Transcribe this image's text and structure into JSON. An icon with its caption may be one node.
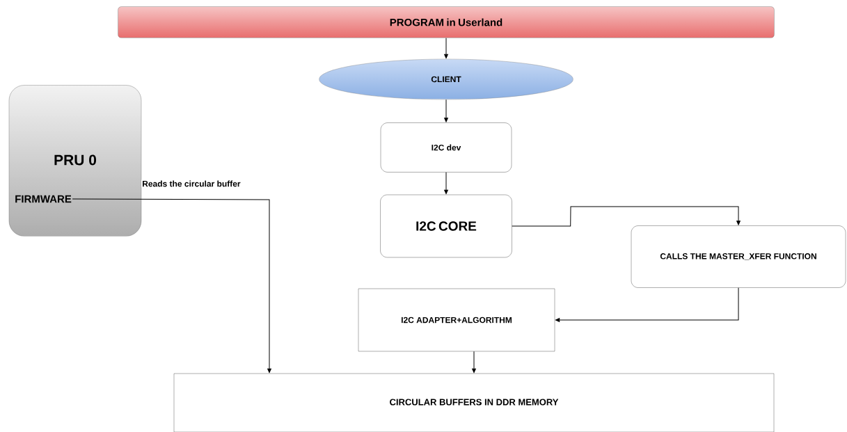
{
  "diagram": {
    "nodes": [
      {
        "text": [
          "PROGRAM in Userland"
        ]
      },
      {
        "text": [
          "CLIENT"
        ]
      },
      {
        "text": [
          "I2C dev"
        ]
      },
      {
        "text": [
          "PRU 0",
          "FIRMWARE"
        ]
      },
      {
        "text": [
          "I2C CORE"
        ]
      },
      {
        "text": [
          "CALLS THE MASTER_XFER FUNCTION"
        ]
      },
      {
        "text": [
          "I2C ADAPTER+ALGORITHM"
        ]
      },
      {
        "text": [
          "CIRCULAR BUFFERS IN DDR MEMORY"
        ]
      }
    ],
    "edges": [
      {
        "from": 0,
        "to": 1,
        "arrow": "to"
      },
      {
        "from": 1,
        "to": 2,
        "arrow": "to"
      },
      {
        "from": 2,
        "to": 4,
        "arrow": "to"
      },
      {
        "from": 4,
        "to": 5,
        "arrow": "to"
      },
      {
        "from": 5,
        "to": 6,
        "arrow": "to"
      },
      {
        "from": 6,
        "to": 7,
        "arrow": "to"
      },
      {
        "from": 3,
        "to": 7,
        "arrow": "to",
        "label": "Reads the circular buffer"
      }
    ]
  }
}
